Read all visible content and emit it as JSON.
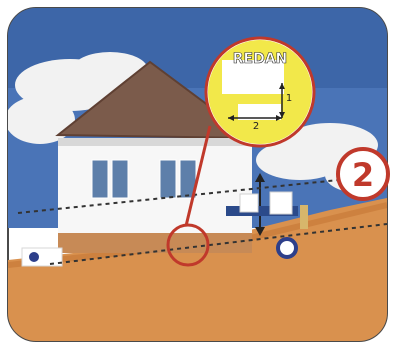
{
  "callout": {
    "title": "REDAN",
    "dim_height": "1",
    "dim_width": "2"
  },
  "step_badge": {
    "number": "2"
  },
  "colors": {
    "frame_border": "#4a4a4a",
    "sky": "#3f6fb0",
    "cloud": "#f2f2f2",
    "roof": "#7b5b4b",
    "house_wall": "#f7f7f7",
    "soil": "#d9914e",
    "callout_fill": "#f2e84a",
    "callout_ring": "#c0392b",
    "badge_ring": "#c0392b",
    "drain_pipe": "#2d3f8a",
    "dashed_line": "#333333"
  },
  "icons": {
    "callout": "magnifier-callout",
    "badge": "step-number-badge",
    "measure": "vertical-arrow-icon",
    "drain": "drain-pipe-icon"
  }
}
